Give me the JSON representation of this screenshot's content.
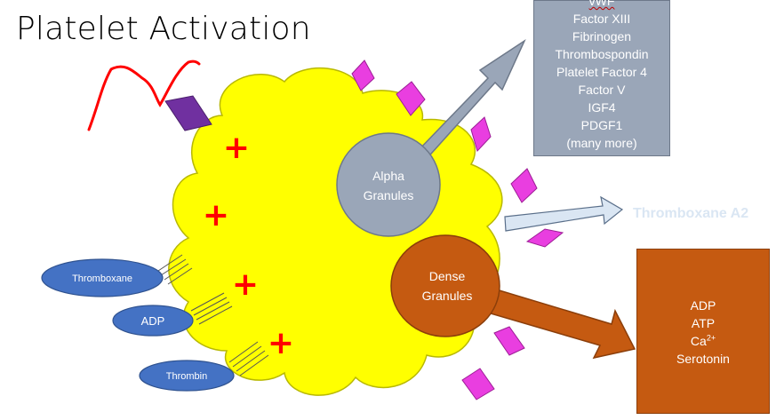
{
  "title": "Platelet Activation",
  "alpha_granules": {
    "label_line1": "Alpha",
    "label_line2": "Granules",
    "contents": [
      "vWF",
      "Factor XIII",
      "Fibrinogen",
      "Thrombospondin",
      "Platelet Factor 4",
      "Factor V",
      "IGF4",
      "PDGF1",
      "(many more)"
    ]
  },
  "dense_granules": {
    "label_line1": "Dense",
    "label_line2": "Granules",
    "contents": [
      "ADP",
      "ATP",
      "Ca",
      "Serotonin"
    ],
    "calcium_superscript": "2+"
  },
  "thromboxane_output": "Thromboxane A2",
  "agonists": [
    "Thromboxane",
    "ADP",
    "Thrombin"
  ],
  "charge_symbol": "+",
  "colors": {
    "platelet": "#ffff00",
    "platelet_outline": "#b8b800",
    "agonist_fill": "#4472c4",
    "alpha": "#9aa6b8",
    "dense": "#c55a11",
    "receptor": "#e93ee0",
    "receptor_top": "#7030a0",
    "plus": "#ff0000",
    "vwf_strand": "#ff0000",
    "thromboxane_arrow": "#dae6f3"
  }
}
